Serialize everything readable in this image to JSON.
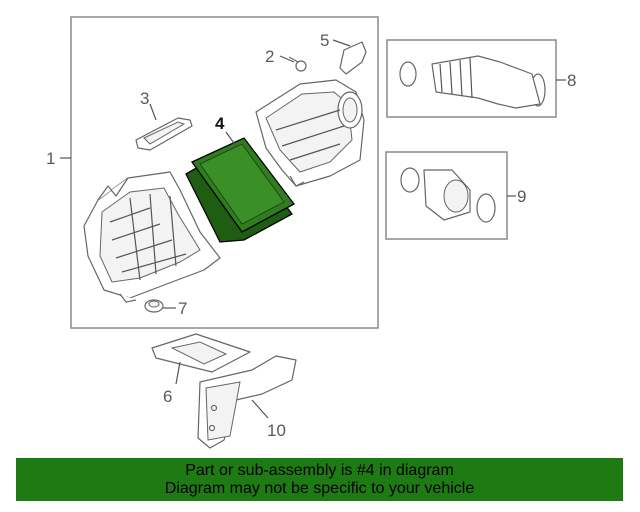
{
  "diagram": {
    "callouts": {
      "c1": "1",
      "c2": "2",
      "c3": "3",
      "c4": "4",
      "c5": "5",
      "c6": "6",
      "c7": "7",
      "c8": "8",
      "c9": "9",
      "c10": "10"
    },
    "highlight_part": "4",
    "colors": {
      "highlight_fill": "#2f7d1f",
      "banner_bg": "#1e7a12",
      "line": "#666666"
    }
  },
  "banner": {
    "line1": "Part or sub-assembly is #4 in diagram",
    "line2": "Diagram may not be specific to your vehicle"
  }
}
